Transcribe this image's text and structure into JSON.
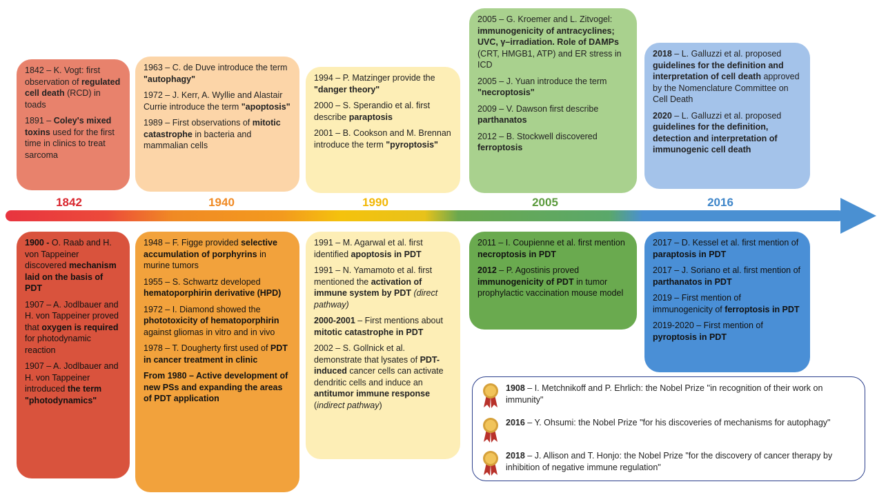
{
  "years": [
    "1842",
    "1940",
    "1990",
    "2005",
    "2016"
  ],
  "colors": {
    "y1842": "#e0343c",
    "y1940": "#f08a24",
    "y1990": "#f2b705",
    "y2005": "#6aa84f",
    "y2016": "#4a90d2"
  },
  "top": {
    "b1842": {
      "p1_a": "1842 – K. Vogt: first observation of ",
      "p1_b": "regulated cell death",
      "p1_c": " (RCD) in toads",
      "p2_a": "1891 – ",
      "p2_b": "Coley's mixed toxins",
      "p2_c": " used for the first time in clinics to treat sarcoma"
    },
    "b1940": {
      "p1_a": "1963 – C. de Duve introduce the term ",
      "p1_b": "\"autophagy\"",
      "p2_a": "1972 – J. Kerr, A. Wyllie and Alastair Currie introduce the term ",
      "p2_b": "\"apoptosis\"",
      "p3_a": "1989 – First observations of ",
      "p3_b": "mitotic catastrophe",
      "p3_c": " in bacteria and mammalian cells"
    },
    "b1990": {
      "p1_a": "1994 – P. Matzinger provide the ",
      "p1_b": "\"danger theory\"",
      "p2_a": "2000 – S. Sperandio et al. first describe ",
      "p2_b": "paraptosis",
      "p3_a": "2001 – B. Cookson and M. Brennan introduce the term ",
      "p3_b": "\"pyroptosis\""
    },
    "b2005": {
      "p1_a": "2005 – G. Kroemer and L. Zitvogel: ",
      "p1_b": "immunogenicity of antracyclines; UVC, γ–irradiation. Role of DAMPs",
      "p1_c": " (CRT, HMGB1, ATP) and ER stress in ICD",
      "p2_a": "2005 – J. Yuan introduce the term ",
      "p2_b": "\"necroptosis\"",
      "p3_a": "2009 – V. Dawson first describe ",
      "p3_b": "parthanatos",
      "p4_a": "2012 – B. Stockwell discovered ",
      "p4_b": "ferroptosis"
    },
    "b2016": {
      "p1_a": "2018",
      "p1_b": " – L. Galluzzi et al. proposed ",
      "p1_c": "guidelines for the definition and interpretation of cell death",
      "p1_d": " approved by the Nomenclature Committee on Cell Death",
      "p2_a": "2020",
      "p2_b": " – L. Galluzzi et al. proposed ",
      "p2_c": "guidelines for the definition, detection and interpretation of immunogenic cell death"
    }
  },
  "bottom": {
    "b1842": {
      "p1_a": "1900 -",
      "p1_b": " O. Raab and H. von Tappeiner discovered ",
      "p1_c": "mechanism laid on the basis of PDT",
      "p2_a": "1907 – A. Jodlbauer and H. von Tappeiner proved that ",
      "p2_b": "oxygen is required",
      "p2_c": " for photodynamic reaction",
      "p3_a": "1907 – A. Jodlbauer and H. von Tappeiner introduced ",
      "p3_b": "the term \"photodynamics\""
    },
    "b1940": {
      "p1_a": "1948 – F. Figge provided ",
      "p1_b": "selective accumulation of porphyrins",
      "p1_c": " in murine tumors",
      "p2_a": "1955 – S. Schwartz developed ",
      "p2_b": "hematoporphirin derivative (HPD)",
      "p3_a": "1972 – I. Diamond showed the ",
      "p3_b": "phototoxicity of hematoporphirin",
      "p3_c": " against gliomas in vitro and in vivo",
      "p4_a": "1978 – T. Dougherty first used of ",
      "p4_b": "PDT in cancer treatment in clinic",
      "p5_a": "From 1980 – Active development of new PSs and expanding the areas of PDT application"
    },
    "b1990": {
      "p1_a": "1991 – M. Agarwal et al. first identified ",
      "p1_b": "apoptosis in PDT",
      "p2_a": "1991 – N. Yamamoto et al. first mentioned the ",
      "p2_b": "activation of immune system by PDT",
      "p2_c": " (direct pathway)",
      "p3_a": "2000-2001",
      "p3_b": " – First mentions about ",
      "p3_c": "mitotic catastrophe in PDT",
      "p4_a": "2002 – S. Gollnick et al. demonstrate that lysates of ",
      "p4_b": "PDT-induced",
      "p4_c": " cancer cells can activate dendritic cells and induce an ",
      "p4_d": "antitumor immune response",
      "p4_e": " (",
      "p4_f": "indirect pathway",
      "p4_g": ")"
    },
    "b2005": {
      "p1_a": "2011 – I. Coupienne et al. first mention ",
      "p1_b": "necroptosis in PDT",
      "p2_a": "2012",
      "p2_b": " – P. Agostinis proved ",
      "p2_c": "immunogenicity of PDT",
      "p2_d": " in tumor prophylactic vaccination mouse model"
    },
    "b2016": {
      "p1_a": "2017 – D. Kessel et al. first mention of ",
      "p1_b": "paraptosis in PDT",
      "p2_a": "2017 – J. Soriano et al. first mention of ",
      "p2_b": "parthanatos in PDT",
      "p3_a": "2019 – First mention of immunogenicity of ",
      "p3_b": "ferroptosis in PDT",
      "p4_a": "2019-2020 – First mention of ",
      "p4_b": "pyroptosis in PDT"
    }
  },
  "nobel": [
    {
      "year": "1908",
      "text": " – I. Metchnikoff and P. Ehrlich: the Nobel Prize ''in recognition of their work on immunity\""
    },
    {
      "year": "2016",
      "text": "  – Y. Ohsumi: the Nobel Prize \"for his discoveries of mechanisms for autophagy\""
    },
    {
      "year": "2018",
      "text": "  – J. Allison and T. Honjo: the Nobel Prize \"for the discovery of cancer therapy by inhibition of negative immune regulation\""
    }
  ]
}
